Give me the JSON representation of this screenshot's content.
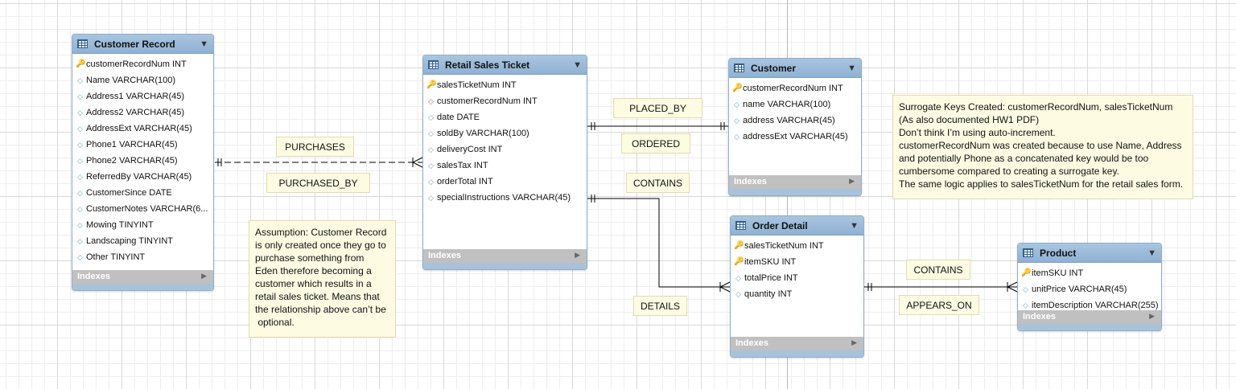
{
  "tables": {
    "customer_record": {
      "title": "Customer Record",
      "columns": [
        {
          "icon": "key-icon",
          "text": "customerRecordNum INT"
        },
        {
          "icon": "diamond-icon",
          "text": "Name VARCHAR(100)"
        },
        {
          "icon": "diamond-icon",
          "text": "Address1 VARCHAR(45)"
        },
        {
          "icon": "diamond-icon",
          "text": "Address2 VARCHAR(45)"
        },
        {
          "icon": "diamond-icon",
          "text": "AddressExt VARCHAR(45)"
        },
        {
          "icon": "diamond-icon",
          "text": "Phone1 VARCHAR(45)"
        },
        {
          "icon": "diamond-icon",
          "text": "Phone2 VARCHAR(45)"
        },
        {
          "icon": "diamond-icon",
          "text": "ReferredBy VARCHAR(45)"
        },
        {
          "icon": "diamond-icon",
          "text": "CustomerSince DATE"
        },
        {
          "icon": "diamond-icon",
          "text": "CustomerNotes VARCHAR(6..."
        },
        {
          "icon": "diamond-icon",
          "text": "Mowing TINYINT"
        },
        {
          "icon": "diamond-icon",
          "text": "Landscaping TINYINT"
        },
        {
          "icon": "diamond-icon",
          "text": "Other TINYINT"
        }
      ],
      "indexes_label": "Indexes"
    },
    "retail_sales_ticket": {
      "title": "Retail Sales Ticket",
      "columns": [
        {
          "icon": "key-icon",
          "text": "salesTicketNum INT"
        },
        {
          "icon": "fk-diamond-icon",
          "text": "customerRecordNum INT"
        },
        {
          "icon": "diamond-icon",
          "text": "date DATE"
        },
        {
          "icon": "diamond-icon",
          "text": "soldBy VARCHAR(100)"
        },
        {
          "icon": "diamond-icon",
          "text": "deliveryCost INT"
        },
        {
          "icon": "diamond-icon",
          "text": "salesTax INT"
        },
        {
          "icon": "diamond-icon",
          "text": "orderTotal INT"
        },
        {
          "icon": "diamond-icon",
          "text": "specialInstructions VARCHAR(45)"
        }
      ],
      "indexes_label": "Indexes"
    },
    "customer": {
      "title": "Customer",
      "columns": [
        {
          "icon": "key-icon",
          "text": "customerRecordNum INT"
        },
        {
          "icon": "diamond-icon",
          "text": "name VARCHAR(100)"
        },
        {
          "icon": "diamond-icon",
          "text": "address VARCHAR(45)"
        },
        {
          "icon": "diamond-icon",
          "text": "addressExt VARCHAR(45)"
        }
      ],
      "indexes_label": "Indexes"
    },
    "order_detail": {
      "title": "Order Detail",
      "columns": [
        {
          "icon": "key-icon",
          "text": "salesTicketNum INT"
        },
        {
          "icon": "key-icon",
          "text": "itemSKU INT"
        },
        {
          "icon": "diamond-icon",
          "text": "totalPrice INT"
        },
        {
          "icon": "diamond-icon",
          "text": "quantity INT"
        }
      ],
      "indexes_label": "Indexes"
    },
    "product": {
      "title": "Product",
      "columns": [
        {
          "icon": "key-icon",
          "text": "itemSKU INT"
        },
        {
          "icon": "diamond-icon",
          "text": "unitPrice VARCHAR(45)"
        },
        {
          "icon": "diamond-icon",
          "text": "itemDescription VARCHAR(255)"
        }
      ],
      "indexes_label": "Indexes"
    }
  },
  "relationship_labels": {
    "purchases": "PURCHASES",
    "purchased_by": "PURCHASED_BY",
    "placed_by": "PLACED_BY",
    "ordered": "ORDERED",
    "contains_ticket": "CONTAINS",
    "details": "DETAILS",
    "contains_product": "CONTAINS",
    "appears_on": "APPEARS_ON"
  },
  "notes": {
    "assumption": "Assumption: Customer Record\nis only created once they go to\npurchase something from\nEden therefore becoming a\ncustomer which results in a\nretail sales ticket. Means that\nthe relationship above can’t be\n optional.",
    "surrogate_keys": "Surrogate Keys Created: customerRecordNum, salesTicketNum\n(As also documented HW1 PDF)\nDon’t think I’m using auto-increment.\ncustomerRecordNum was created because to use Name, Address\nand potentially Phone as a concatenated key would be too\ncumbersome compared to creating a surrogate key.\nThe same logic applies to salesTicketNum for the retail sales form."
  },
  "colors": {
    "table_header": "#8fb1d3",
    "table_border": "#8faecb",
    "note_background": "#fdfbe2",
    "key_icon": "#e0b000",
    "line": "#000000"
  }
}
